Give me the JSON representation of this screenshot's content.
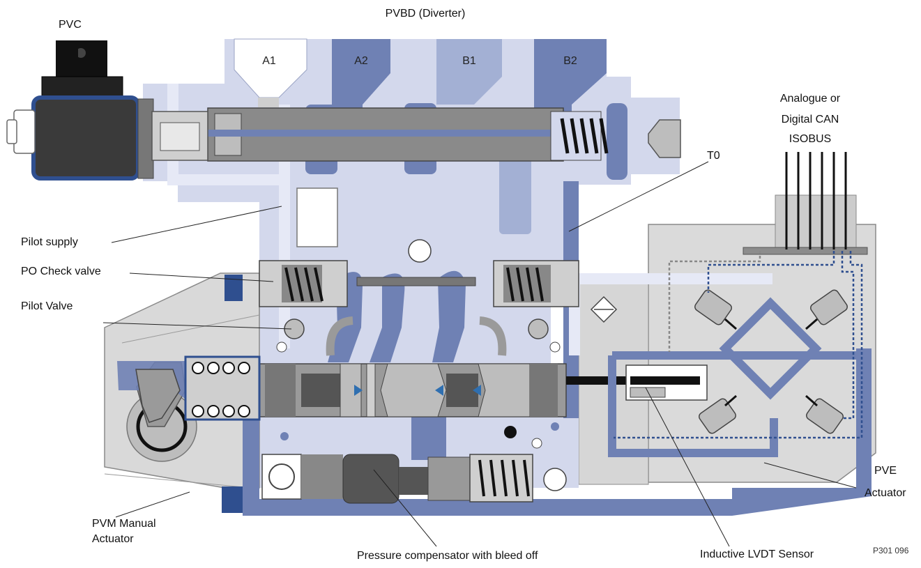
{
  "title": "PVBD (Diverter)",
  "figure_id": "P301 096",
  "ports": {
    "a1": "A1",
    "a2": "A2",
    "b1": "B1",
    "b2": "B2"
  },
  "labels": {
    "pvc": "PVC",
    "signal_line1": "Analogue or",
    "signal_line2": "Digital CAN",
    "signal_line3": "ISOBUS",
    "t0": "T0",
    "pilot_supply": "Pilot supply",
    "po_check_valve": "PO Check valve",
    "pilot_valve": "Pilot Valve",
    "pvm_line1": "PVM Manual",
    "pvm_line2": "Actuator",
    "pressure_comp": "Pressure compensator with bleed off",
    "lvdt": "Inductive LVDT Sensor",
    "pve_line1": "PVE",
    "pve_line2": "Actuator"
  },
  "colors": {
    "housing": "#d3d8ec",
    "channel": "#6f81b4",
    "channel_light": "#a3b0d4",
    "pilot_line": "#e6e9f6",
    "dark_blue": "#2f4f8f",
    "steel": "#8a8a8a",
    "steel_dark": "#555555",
    "pve_body": "#d9d9d9",
    "spring": "#111111"
  }
}
